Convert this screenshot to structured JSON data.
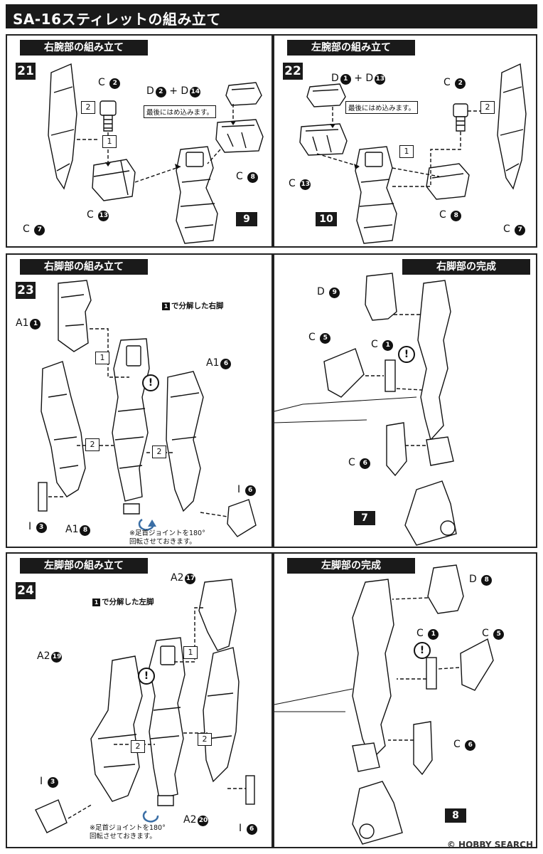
{
  "title": "SA-16スティレットの組み立て",
  "panels": {
    "p21": {
      "header": "右腕部の組み立て",
      "step": "21",
      "labels": {
        "c2": "C",
        "c2n": "2",
        "dd": "D",
        "dd_a": "2",
        "dd_plus": "+ D",
        "dd_b": "14",
        "c8": "C",
        "c8n": "8",
        "c13": "C",
        "c13n": "13",
        "c7": "C",
        "c7n": "7"
      },
      "note": "最後にはめ込みます。",
      "part": "9",
      "box_2": "2",
      "box_1": "1"
    },
    "p22": {
      "header": "左腕部の組み立て",
      "step": "22",
      "labels": {
        "dd": "D",
        "dd_a": "1",
        "dd_plus": "+ D",
        "dd_b": "13",
        "c2": "C",
        "c2n": "2",
        "c13": "C",
        "c13n": "13",
        "c8": "C",
        "c8n": "8",
        "c7": "C",
        "c7n": "7"
      },
      "note": "最後にはめ込みます。",
      "part": "10",
      "box_2": "2",
      "box_1": "1"
    },
    "p23": {
      "header": "右脚部の組み立て",
      "step": "23",
      "caption_num": "1",
      "caption": "で分解した右脚",
      "labels": {
        "a11": "A1",
        "a11n": "1",
        "a16": "A1",
        "a16n": "6",
        "i3": "I",
        "i3n": "3",
        "a18": "A1",
        "a18n": "8",
        "i6": "I",
        "i6n": "6"
      },
      "note_lines": [
        "※足首ジョイントを180°",
        "回転させておきます。"
      ],
      "box_1": "1",
      "box_2a": "2",
      "box_2b": "2",
      "excl": "!"
    },
    "p23c": {
      "header": "右脚部の完成",
      "labels": {
        "d9": "D",
        "d9n": "9",
        "c5": "C",
        "c5n": "5",
        "c1": "C",
        "c1n": "1",
        "c6": "C",
        "c6n": "6"
      },
      "part": "7",
      "excl": "!"
    },
    "p24": {
      "header": "左脚部の組み立て",
      "step": "24",
      "caption_num": "1",
      "caption": "で分解した左脚",
      "labels": {
        "a217": "A2",
        "a217n": "17",
        "a219": "A2",
        "a219n": "19",
        "i3": "I",
        "i3n": "3",
        "a220": "A2",
        "a220n": "20",
        "i6": "I",
        "i6n": "6"
      },
      "note_lines": [
        "※足首ジョイントを180°",
        "回転させておきます。"
      ],
      "box_1": "1",
      "box_2a": "2",
      "box_2b": "2",
      "excl": "!"
    },
    "p24c": {
      "header": "左脚部の完成",
      "labels": {
        "d8": "D",
        "d8n": "8",
        "c1": "C",
        "c1n": "1",
        "c5": "C",
        "c5n": "5",
        "c6": "C",
        "c6n": "6"
      },
      "part": "8",
      "excl": "!"
    }
  },
  "watermark": "© HOBBY SEARCH"
}
